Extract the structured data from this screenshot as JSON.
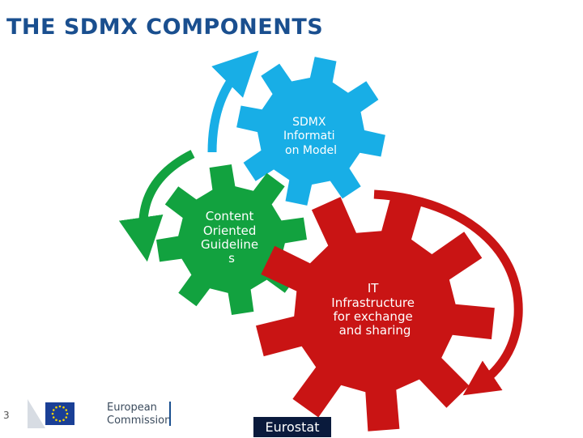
{
  "slide": {
    "title": "THE SDMX COMPONENTS",
    "page_number": "3"
  },
  "gears": {
    "blue": {
      "lines": [
        "SDMX",
        "Informati",
        "on Model"
      ],
      "color": "#18aee6"
    },
    "green": {
      "lines": [
        "Content",
        "Oriented",
        "Guideline",
        "s"
      ],
      "color": "#12a23f"
    },
    "red": {
      "lines": [
        "IT",
        "Infrastructure",
        "for exchange",
        "and sharing"
      ],
      "color": "#c91414"
    }
  },
  "footer": {
    "logo_text_line1": "European",
    "logo_text_line2": "Commission",
    "eurostat_label": "Eurostat"
  }
}
